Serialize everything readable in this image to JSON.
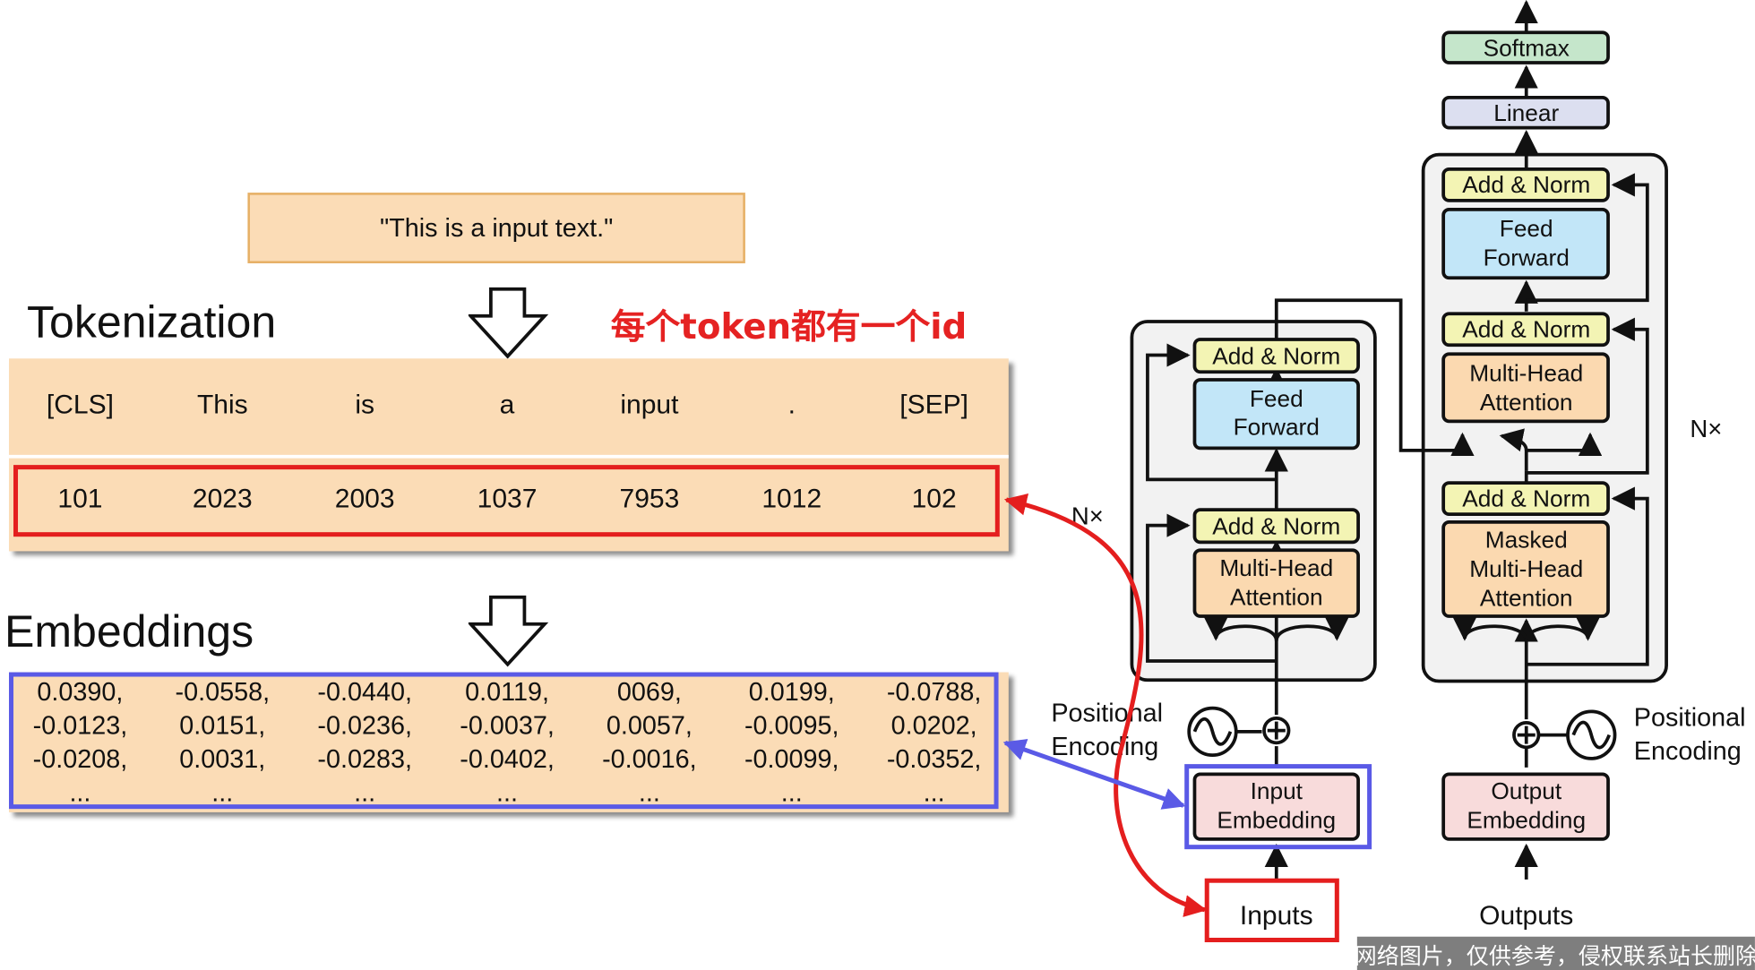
{
  "input_text": "\"This is a input text.\"",
  "tokenization": {
    "heading": "Tokenization",
    "note": "每个token都有一个id",
    "tokens": [
      "[CLS]",
      "This",
      "is",
      "a",
      "input",
      ".",
      "[SEP]"
    ],
    "ids": [
      "101",
      "2023",
      "2003",
      "1037",
      "7953",
      "1012",
      "102"
    ]
  },
  "embeddings": {
    "heading": "Embeddings",
    "columns": [
      [
        "0.0390,",
        "-0.0123,",
        "-0.0208,",
        "..."
      ],
      [
        "-0.0558,",
        "0.0151,",
        "0.0031,",
        "..."
      ],
      [
        "-0.0440,",
        "-0.0236,",
        "-0.0283,",
        "..."
      ],
      [
        "0.0119,",
        "-0.0037,",
        "-0.0402,",
        "..."
      ],
      [
        "0069,",
        "0.0057,",
        "-0.0016,",
        "..."
      ],
      [
        "0.0199,",
        "-0.0095,",
        "-0.0099,",
        "..."
      ],
      [
        "-0.0788,",
        "0.0202,",
        "-0.0352,",
        "..."
      ]
    ]
  },
  "transformer": {
    "softmax": "Softmax",
    "linear": "Linear",
    "add_norm": "Add & Norm",
    "feed_forward": [
      "Feed",
      "Forward"
    ],
    "multi_head": [
      "Multi-Head",
      "Attention"
    ],
    "masked_multi_head": [
      "Masked",
      "Multi-Head",
      "Attention"
    ],
    "input_embedding": [
      "Input",
      "Embedding"
    ],
    "output_embedding": [
      "Output",
      "Embedding"
    ],
    "positional_encoding": [
      "Positional",
      "Encoding"
    ],
    "nx": "N×",
    "inputs": "Inputs",
    "outputs": "Outputs"
  },
  "colors": {
    "token_panel": "#fbdcb6",
    "id_highlight": "#e41e1e",
    "embedding_highlight": "#5a5ae6",
    "add_norm": "#f3f4b4",
    "feed_forward": "#c2e6f8",
    "attention": "#fbd9b0",
    "embedding": "#f8dbdb",
    "linear": "#dcdff0",
    "softmax": "#c5e6cb"
  },
  "watermark": "网络图片，仅供参考，侵权联系站长删除"
}
